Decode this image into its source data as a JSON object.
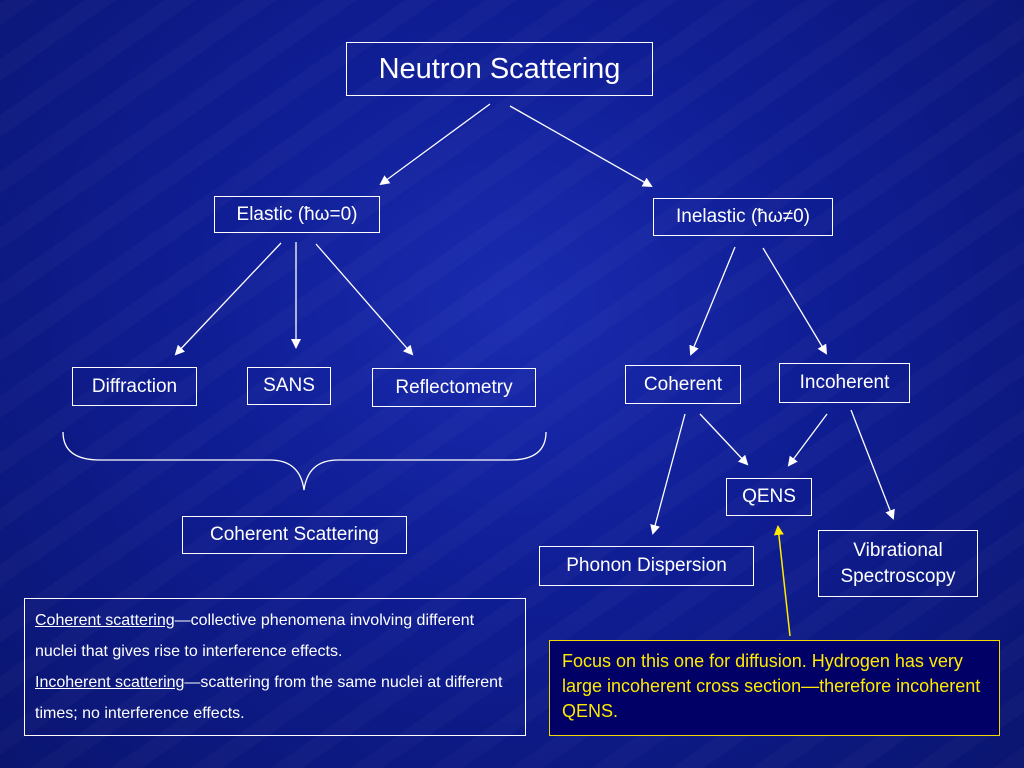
{
  "diagram": {
    "root": "Neutron Scattering",
    "elastic": "Elastic (ħω=0)",
    "inelastic": "Inelastic (ħω≠0)",
    "diffraction": "Diffraction",
    "sans": "SANS",
    "reflectometry": "Reflectometry",
    "coherent_scattering": "Coherent Scattering",
    "coherent": "Coherent",
    "incoherent": "Incoherent",
    "qens": "QENS",
    "phonon": "Phonon Dispersion",
    "vibrational_line1": "Vibrational",
    "vibrational_line2": "Spectroscopy"
  },
  "definitions": {
    "coherent_term": "Coherent scattering",
    "coherent_def": "—collective phenomena involving different nuclei that gives rise to interference effects.",
    "incoherent_term": "Incoherent scattering",
    "incoherent_def": "—scattering from the same nuclei at different times; no interference effects."
  },
  "callout": {
    "text": "Focus on this one for diffusion.  Hydrogen has very large incoherent cross section—therefore incoherent QENS."
  },
  "colors": {
    "background": "#0f1d93",
    "line": "#ffffff",
    "callout_border": "#f2d700",
    "callout_text": "#ffea00"
  }
}
